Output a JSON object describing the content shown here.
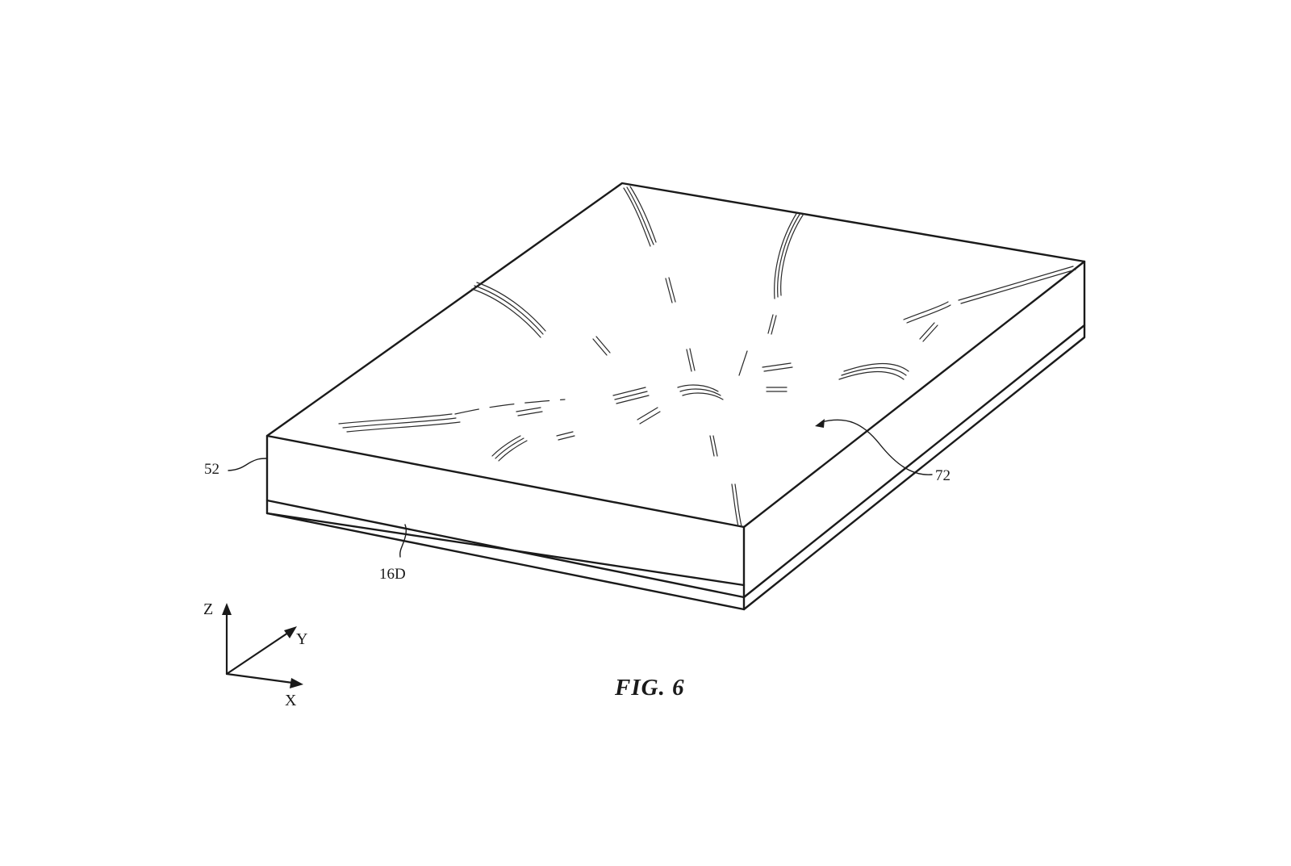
{
  "figure": {
    "caption": "FIG. 6",
    "labels": {
      "display_layer": "52",
      "substrate_layer": "16D",
      "surface_feature": "72"
    },
    "axes": {
      "z": "Z",
      "y": "Y",
      "x": "X"
    }
  },
  "colors": {
    "line": "#1a1a1a",
    "background": "#ffffff"
  }
}
